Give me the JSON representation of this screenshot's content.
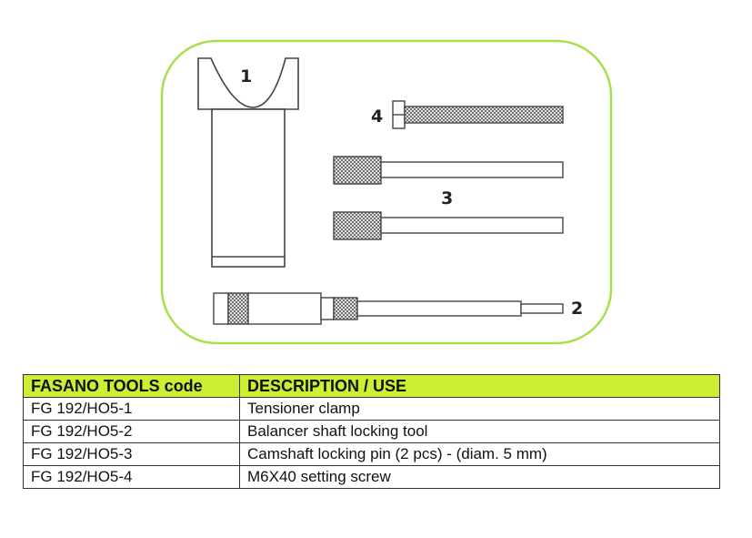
{
  "figure": {
    "labels": {
      "clamp": "1",
      "balancer_tool": "2",
      "locking_pins": "3",
      "screw": "4"
    },
    "colors": {
      "frame": "#a6e04a",
      "header": "#ccee33",
      "line": "#444444"
    }
  },
  "table": {
    "headers": [
      "FASANO TOOLS code",
      "DESCRIPTION / USE"
    ],
    "rows": [
      {
        "code": "FG 192/HO5-1",
        "desc": "Tensioner clamp"
      },
      {
        "code": "FG 192/HO5-2",
        "desc": "Balancer shaft locking tool"
      },
      {
        "code": "FG 192/HO5-3",
        "desc": "Camshaft locking pin (2 pcs) - (diam. 5 mm)"
      },
      {
        "code": "FG 192/HO5-4",
        "desc": "M6X40 setting screw"
      }
    ]
  }
}
